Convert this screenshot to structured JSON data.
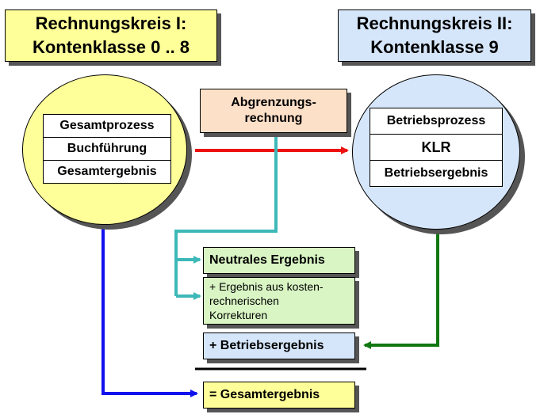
{
  "left_circuit": {
    "header_line1": "Rechnungskreis I:",
    "header_line2": "Kontenklasse 0 .. 8",
    "rows": [
      "Gesamtprozess",
      "Buchführung",
      "Gesamtergebnis"
    ]
  },
  "right_circuit": {
    "header_line1": "Rechnungskreis II:",
    "header_line2": "Kontenklasse 9",
    "rows": [
      "Betriebsprozess",
      "KLR",
      "Betriebsergebnis"
    ]
  },
  "delimitation": {
    "line1": "Abgrenzungs-",
    "line2": "rechnung"
  },
  "results": {
    "neutral": "Neutrales Ergebnis",
    "corrections_line1": "+ Ergebnis aus kosten-",
    "corrections_line2": "rechnerischen",
    "corrections_line3": "Korrekturen",
    "operating": "+ Betriebsergebnis",
    "total": "= Gesamtergebnis"
  },
  "colors": {
    "yellow": "#ffff99",
    "light_blue": "#d6e6fa",
    "peach": "#fde0c8",
    "light_green": "#d9f5c4",
    "red_arrow": "#ee1111",
    "teal_arrow": "#3db8b8",
    "green_arrow": "#117711",
    "blue_arrow": "#1111ee"
  }
}
